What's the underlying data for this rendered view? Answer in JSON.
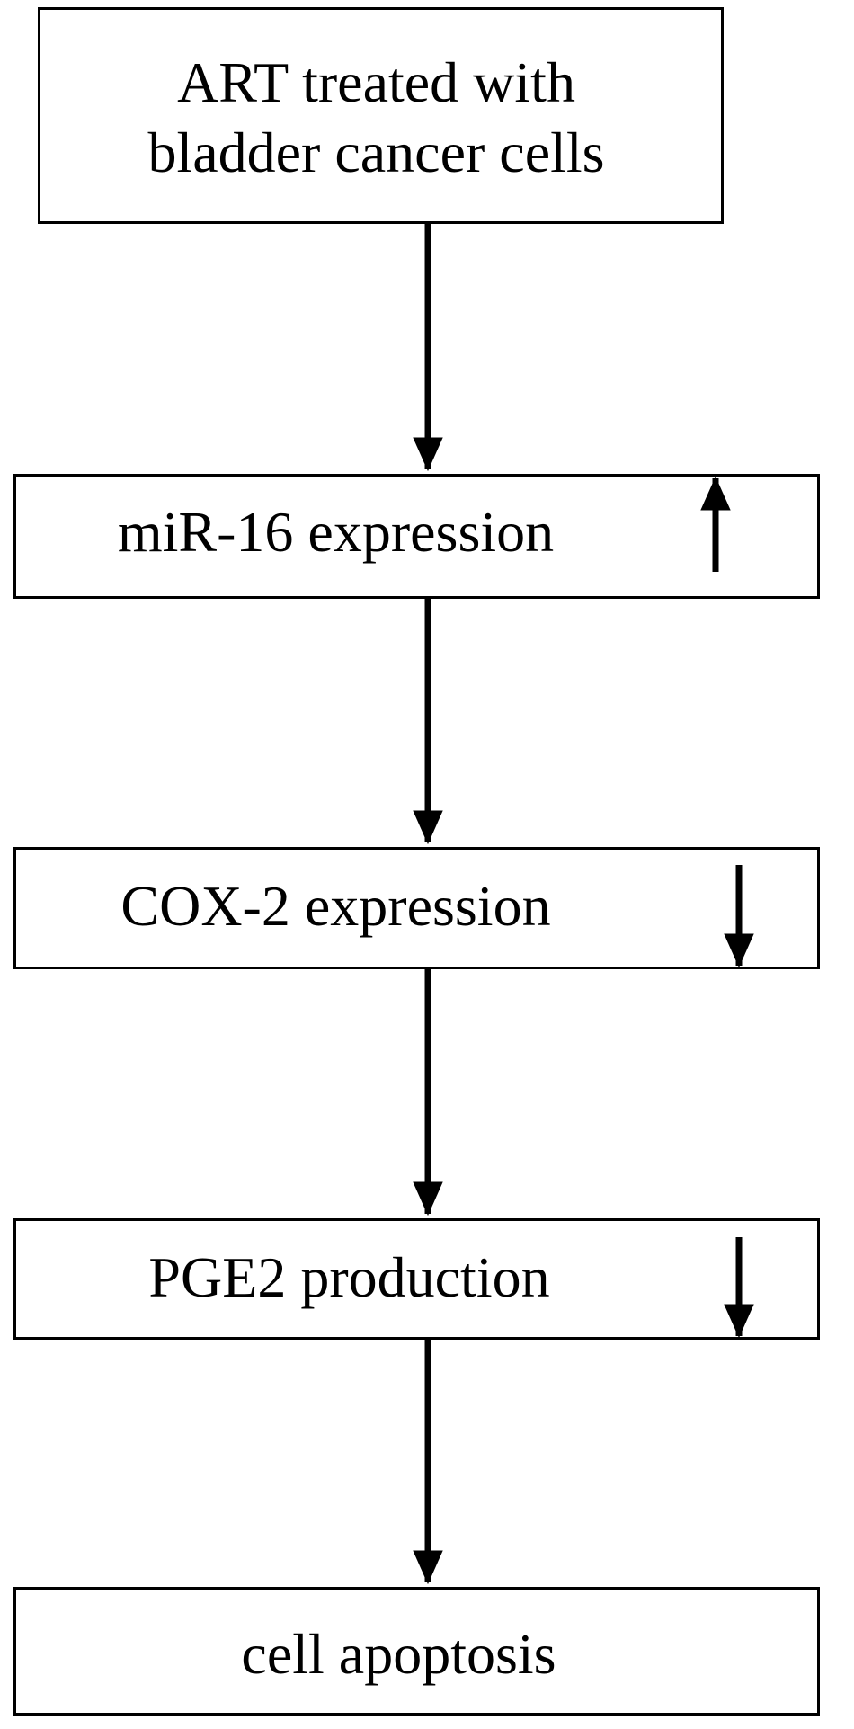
{
  "nodes": [
    {
      "id": "art-treatment",
      "lines": [
        "ART treated with",
        "bladder cancer cells"
      ],
      "change": ""
    },
    {
      "id": "mir16-expression",
      "text": "miR-16 expression",
      "change": "up"
    },
    {
      "id": "cox2-expression",
      "text": "COX-2 expression",
      "change": "down"
    },
    {
      "id": "pge2-production",
      "text": "PGE2 production",
      "change": "down"
    },
    {
      "id": "cell-apoptosis",
      "text": "cell apoptosis",
      "change": ""
    }
  ],
  "edges": [
    {
      "from": "art-treatment",
      "to": "mir16-expression"
    },
    {
      "from": "mir16-expression",
      "to": "cox2-expression"
    },
    {
      "from": "cox2-expression",
      "to": "pge2-production"
    },
    {
      "from": "pge2-production",
      "to": "cell-apoptosis"
    }
  ],
  "colors": {
    "stroke": "#000000",
    "background": "#ffffff"
  }
}
